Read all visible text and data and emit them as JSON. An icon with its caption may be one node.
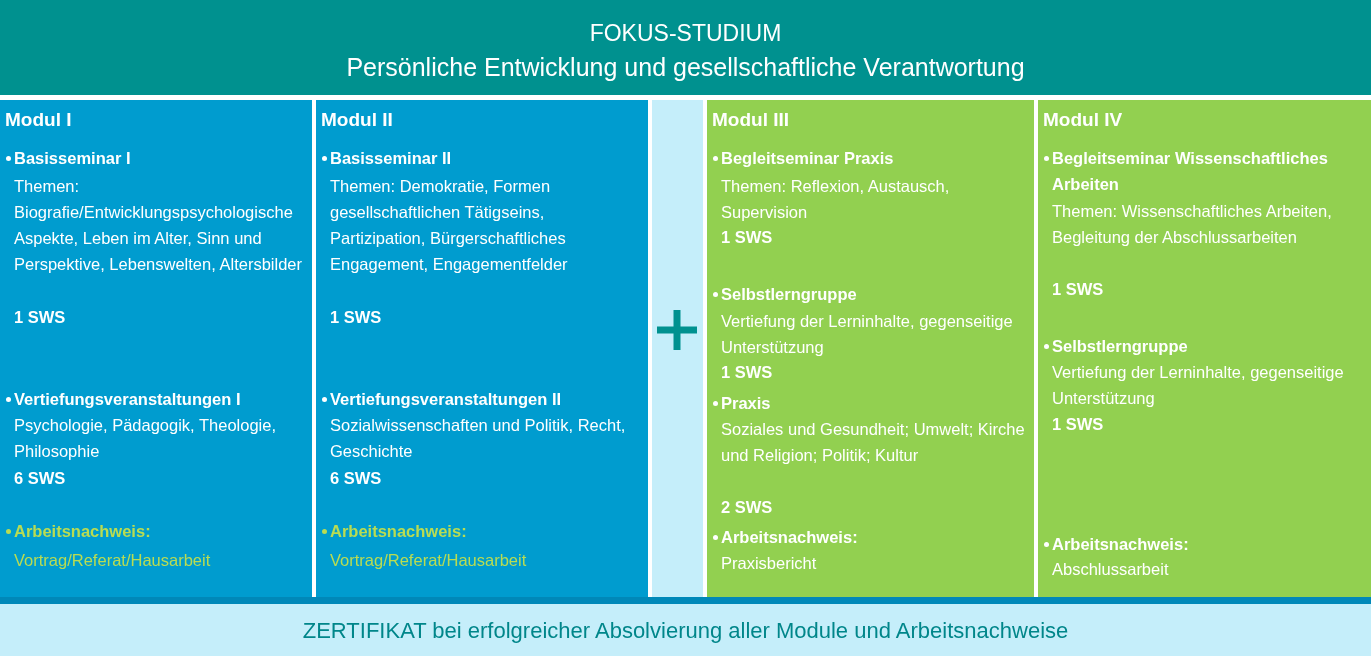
{
  "diagram": {
    "nodes": [
      {
        "text": [
          "FOKUS-STUDIUM",
          "Persönliche Entwicklung und gesellschaftliche Verantwortung"
        ]
      },
      {
        "text": [
          "Modul I",
          "Basisseminar I",
          "Themen: Biografie/Entwicklungspsychologische Aspekte, Leben im Alter, Sinn und Perspektive, Lebenswelten, Altersbilder",
          "1 SWS",
          "Vertiefungsveranstaltungen I",
          "Psychologie, Pädagogik, Theologie, Philosophie",
          "6 SWS",
          "Arbeitsnachweis:",
          "Vortrag/Referat/Hausarbeit"
        ]
      },
      {
        "text": [
          "Modul II",
          "Basisseminar II",
          "Themen: Demokratie, Formen gesellschaftlichen Tätigseins, Partizipation, Bürgerschaftliches Engagement, Engagementfelder",
          "1 SWS",
          "Vertiefungsveranstaltungen II",
          "Sozialwissenschaften und Politik, Recht, Geschichte",
          "6 SWS",
          "Arbeitsnachweis:",
          "Vortrag/Referat/Hausarbeit"
        ]
      },
      {
        "text": [],
        "shape": "bar"
      },
      {
        "text": [
          "Modul III",
          "Begleitseminar Praxis",
          "Themen: Reflexion, Austausch, Supervision",
          "1 SWS",
          "Selbstlerngruppe",
          "Vertiefung der Lerninhalte, gegenseitige Unterstützung",
          "1 SWS",
          "Praxis",
          "Soziales und Gesundheit; Umwelt; Kirche und Religion; Politik; Kultur",
          "2 SWS",
          "Arbeitsnachweis:",
          "Praxisbericht"
        ]
      },
      {
        "text": [
          "Modul IV",
          "Begleitseminar Wissenschaftliches Arbeiten",
          "Themen: Wissenschaftliches Arbeiten, Begleitung der Abschlussarbeiten",
          "1 SWS",
          "Selbstlerngruppe",
          "Vertiefung der Lerninhalte, gegenseitige Unterstützung",
          "1 SWS",
          "Arbeitsnachweis:",
          "Abschlussarbeit"
        ]
      },
      {
        "text": [
          "ZERTIFIKAT bei erfolgreicher Absolvierung aller Module und Arbeitsnachweise"
        ]
      }
    ]
  }
}
